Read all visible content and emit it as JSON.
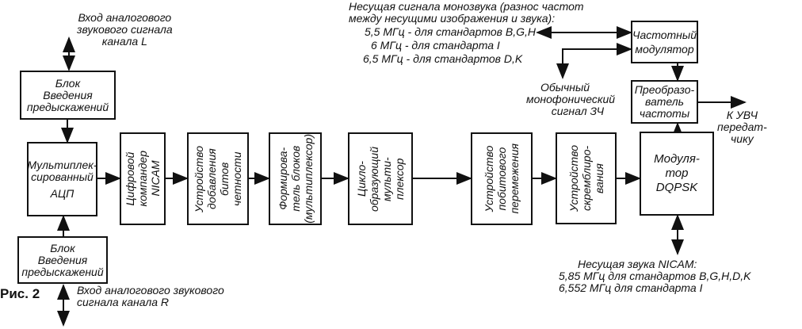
{
  "figure_label": "Рис. 2",
  "blocks": {
    "preemph_l": [
      "Блок",
      "Введения",
      "предыскажений"
    ],
    "adc": [
      "Мультиплек-",
      "сированный",
      "АЦП"
    ],
    "compander": [
      "Цифровой",
      "компандер",
      "NICAM"
    ],
    "parity": [
      "Устройство",
      "добавления",
      "битов",
      "четности"
    ],
    "framer": [
      "Формирова-",
      "тель блоков",
      "(мультиплексор)"
    ],
    "cyclic_mux": [
      "Цикло-",
      "образующий",
      "мульти-",
      "плексор"
    ],
    "interleaver": [
      "Устройство",
      "побитового",
      "перемежения"
    ],
    "scrambler": [
      "Устройство",
      "скремблиро-",
      "вания"
    ],
    "dqpsk": [
      "Модуля-",
      "тор",
      "DQPSK"
    ],
    "fm_modulator": [
      "Частотный",
      "модулятор"
    ],
    "converter": [
      "Преобразо-",
      "ватель",
      "частоты"
    ],
    "preemph_r": [
      "Блок",
      "Введения",
      "предыскажений"
    ]
  },
  "labels": {
    "input_l": [
      "Вход аналогового",
      "звукового сигнала",
      "канала L"
    ],
    "input_r": [
      "Вход аналогового звукового",
      "сигнала канала R"
    ],
    "mono_carrier": [
      "Несущая сигнала монозвука (разнос частот",
      "между несущими изображения и звука):",
      "5,5 МГц - для стандартов B,G,H",
      "6 МГц - для стандарта I",
      "6,5 МГц - для стандартов D,K"
    ],
    "mono_signal": [
      "Обычный",
      "монофонический",
      "сигнал ЗЧ"
    ],
    "output": [
      "К УВЧ",
      "передат-",
      "чику"
    ],
    "nicam_carrier": [
      "Несущая звука NICAM:",
      "5,85 МГц  для  стандартов B,G,H,D,K",
      "6,552 МГц  для  стандарта I"
    ]
  }
}
